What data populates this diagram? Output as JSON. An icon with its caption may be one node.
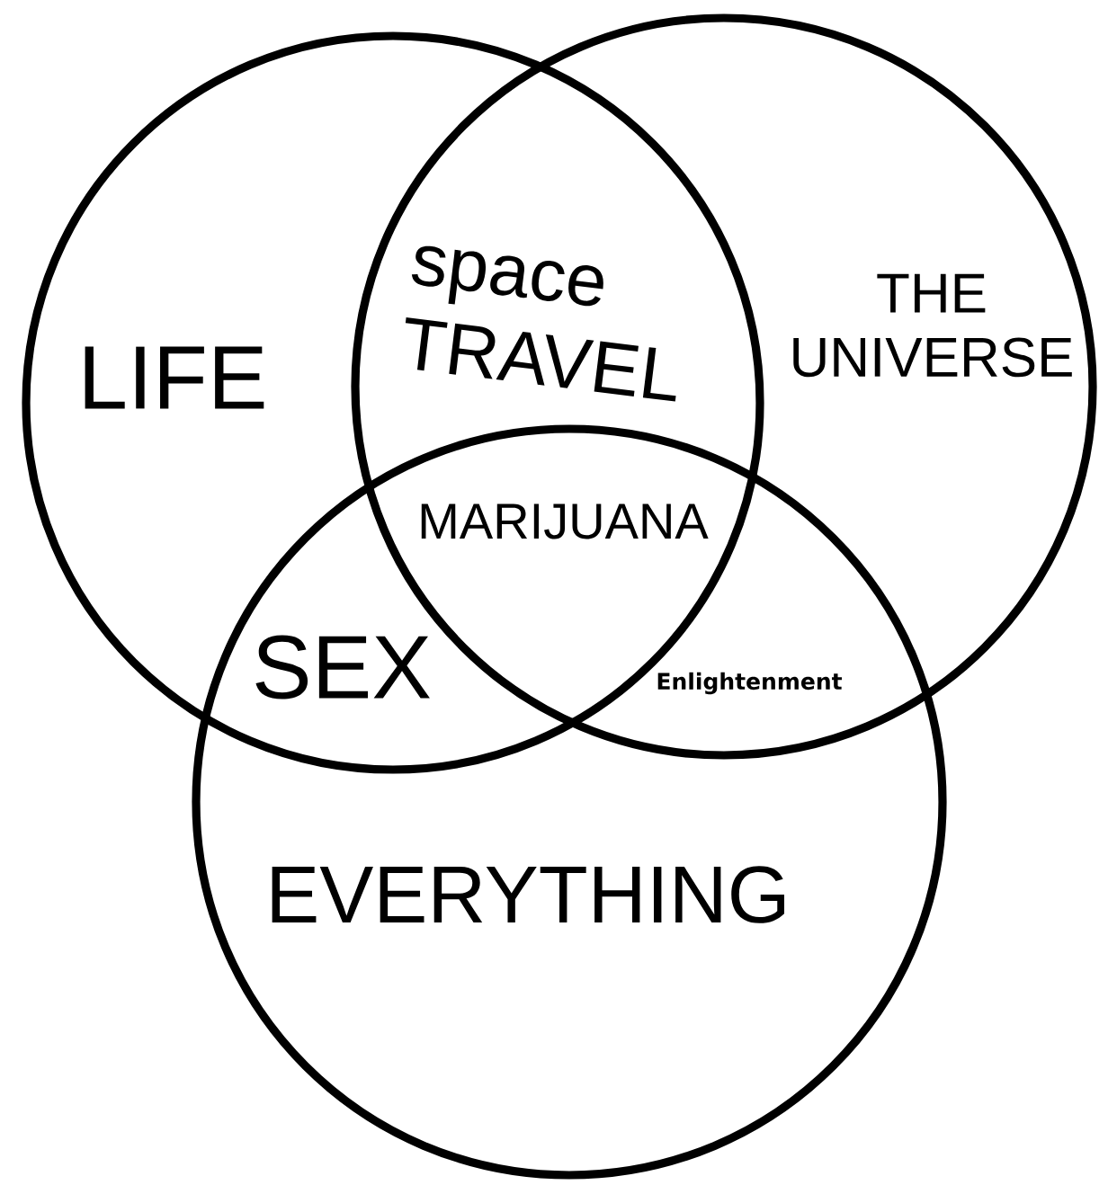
{
  "diagram": {
    "nodes": [
      {
        "text": [
          "LIFE"
        ]
      },
      {
        "text": [
          "THE UNIVERSE"
        ]
      },
      {
        "text": [
          "EVERYTHING"
        ]
      }
    ],
    "labels": [
      "space TRAVEL",
      "MARIJUANA",
      "SEX",
      "Enlightenment"
    ]
  }
}
